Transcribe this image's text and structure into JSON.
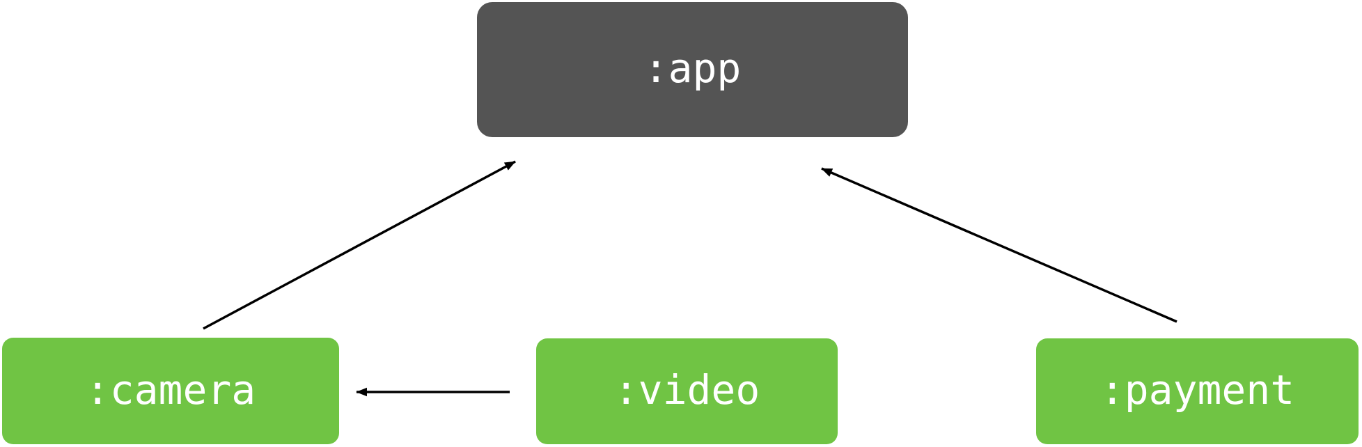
{
  "diagram": {
    "kind": "module-dependency-graph",
    "background": "#ffffff",
    "edge_color": "#000000",
    "nodes": [
      {
        "id": "app",
        "label": ":app",
        "type": "app-module",
        "color": "#545454",
        "text_color": "#ffffff"
      },
      {
        "id": "camera",
        "label": ":camera",
        "type": "feature-module",
        "color": "#70c444",
        "text_color": "#ffffff"
      },
      {
        "id": "video",
        "label": ":video",
        "type": "feature-module",
        "color": "#70c444",
        "text_color": "#ffffff"
      },
      {
        "id": "payment",
        "label": ":payment",
        "type": "feature-module",
        "color": "#70c444",
        "text_color": "#ffffff"
      }
    ],
    "edges": [
      {
        "from": ":camera",
        "to": ":app",
        "description": "camera module depends on app (arrow points to :app)"
      },
      {
        "from": ":payment",
        "to": ":app",
        "description": "payment module depends on app (arrow points to :app)"
      },
      {
        "from": ":video",
        "to": ":camera",
        "description": "video module depends on camera (arrow points to :camera)"
      }
    ]
  }
}
